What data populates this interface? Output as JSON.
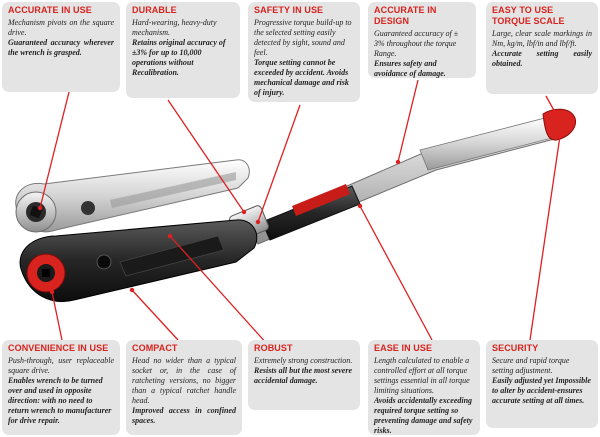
{
  "callouts": {
    "accurate_in_use": {
      "title": "ACCURATE IN USE",
      "p1": "Mechanism pivots on the square drive.",
      "p2": "Guaranteed accuracy wherever the wrench is grasped."
    },
    "durable": {
      "title": "DURABLE",
      "p1": "Hard-wearing, heavy-duty mechanism.",
      "p2": "Retains original accuracy of ±3% for up to 10,000 operations without Recalibration."
    },
    "safety_in_use": {
      "title": "SAFETY IN USE",
      "p1": "Progressive torque build-up to the selected setting easily detected by sight, sound and feel.",
      "p2": "Torque setting cannot be exceeded by accident. Avoids mechanical damage and risk of injury."
    },
    "accurate_in_design": {
      "title": "ACCURATE IN DESIGN",
      "p1": "Guaranteed accuracy of ± 3% throughout the torque Range.",
      "p2": "Ensures safety and avoidance of damage."
    },
    "easy_to_use": {
      "title1": "EASY TO USE",
      "title2": "TORQUE SCALE",
      "p1": "Large, clear scale markings in Nm, kg/m, lbf/in and lbf/ft.",
      "p2": "Accurate setting easily obtained."
    },
    "convenience_in_use": {
      "title": "CONVENIENCE IN USE",
      "p1": "Push-through, user replaceable square drive.",
      "p2": "Enables wrench to be turned over and used in opposite direction: with no need to return wrench to manufacturer for drive repair."
    },
    "compact": {
      "title": "COMPACT",
      "p1": "Head no wider than a typical socket or, in the case of ratcheting versions, no bigger than a typical ratchet handle head.",
      "p2": "Improved access in confined spaces."
    },
    "robust": {
      "title": "ROBUST",
      "p1": "Extremely strong construction.",
      "p2": "Resists all but the most severe accidental damage."
    },
    "ease_in_use": {
      "title": "EASE IN USE",
      "p1": "Length calculated to enable a controlled effort at all torque settings essential in all torque limiting situations.",
      "p2": "Avoids accidentally exceeding required torque setting so preventing damage and safety risks."
    },
    "security": {
      "title": "SECURITY",
      "p1": "Secure and rapid torque setting adjustment.",
      "p2": "Easily adjusted yet Impossible to alter by accident-ensures accurate setting at all times."
    }
  },
  "colors": {
    "accent_red": "#d8231e",
    "box_bg": "#e4e4e4",
    "leader": "#e02020"
  }
}
